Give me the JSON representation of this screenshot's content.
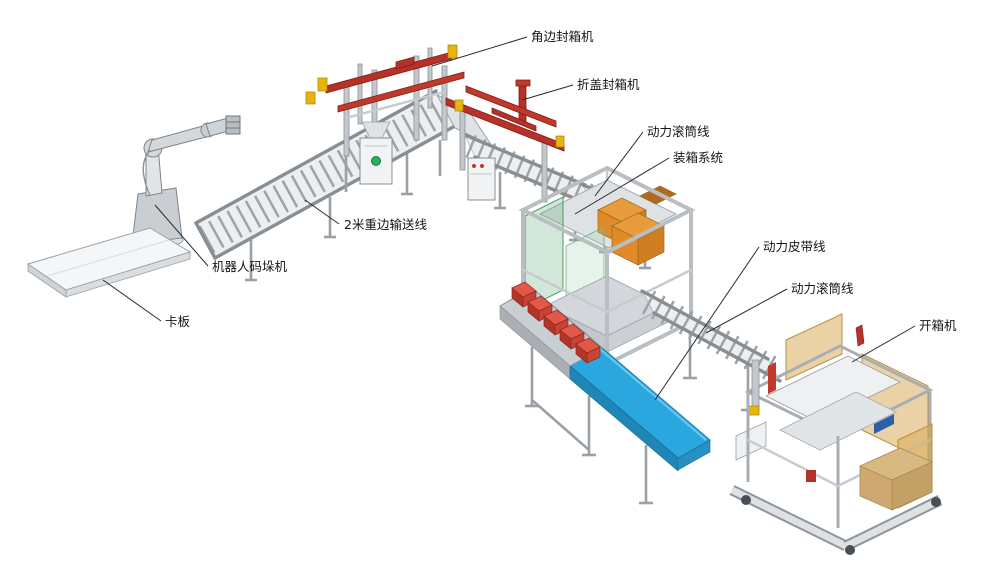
{
  "diagram": {
    "title": "automated-case-packing-line-layout",
    "labels": [
      {
        "id": "corner-edge-case-sealer",
        "text": "角边封箱机"
      },
      {
        "id": "flap-fold-case-sealer",
        "text": "折盖封箱机"
      },
      {
        "id": "power-roller-line-upper",
        "text": "动力滚筒线"
      },
      {
        "id": "case-packing-system",
        "text": "装箱系统"
      },
      {
        "id": "power-belt-line",
        "text": "动力皮带线"
      },
      {
        "id": "power-roller-line-lower",
        "text": "动力滚筒线"
      },
      {
        "id": "case-erector",
        "text": "开箱机"
      },
      {
        "id": "heavy-edge-conveyor-2m",
        "text": "2米重边输送线"
      },
      {
        "id": "robot-palletizer",
        "text": "机器人码垛机"
      },
      {
        "id": "pallet",
        "text": "卡板"
      }
    ],
    "colors": {
      "machine_red": "#b63127",
      "machine_red_light": "#c0392b",
      "accent_yellow": "#e8b50e",
      "belt_blue": "#2ba7df",
      "box_orange": "#e89b3c",
      "product_red": "#c23a2b",
      "panel_amber": "#d8a64e",
      "panel_green": "#5aaa6e",
      "frame_gray": "#b9bec3",
      "cardboard_tan": "#d9b982"
    }
  }
}
